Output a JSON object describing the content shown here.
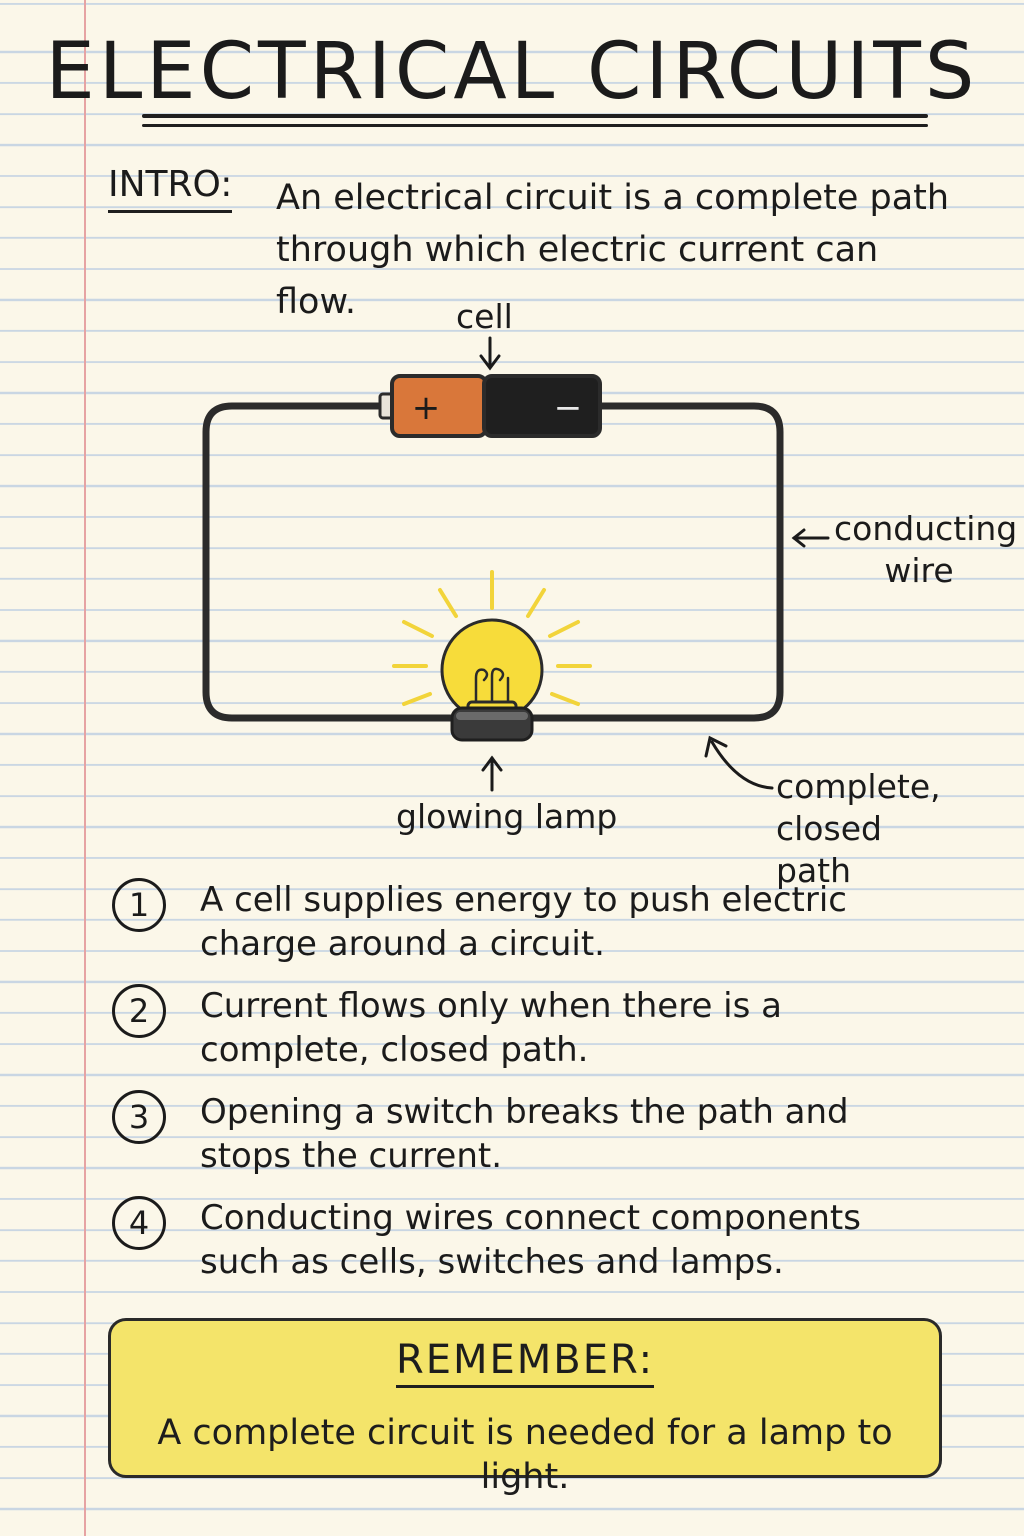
{
  "title": "ELECTRICAL CIRCUITS",
  "intro": {
    "label": "INTRO:",
    "text": "An electrical circuit is a complete path through which electric current can flow."
  },
  "diagram": {
    "labels": {
      "cell": "cell",
      "wire": "conducting wire",
      "lamp": "glowing lamp",
      "path": "complete, closed path"
    },
    "battery": {
      "positive_symbol": "+",
      "negative_symbol": "−"
    },
    "colors": {
      "wire": "#2b2b2b",
      "battery_positive": "#d9773a",
      "battery_negative": "#1f1f1f",
      "bulb": "#f7dc3a",
      "rays": "#f2d43a",
      "socket": "#3a3a3a"
    }
  },
  "facts": [
    {
      "number": "1",
      "text": "A cell supplies energy to push electric charge around a circuit."
    },
    {
      "number": "2",
      "text": "Current flows only when there is a complete, closed path."
    },
    {
      "number": "3",
      "text": "Opening a switch breaks the path and stops the current."
    },
    {
      "number": "4",
      "text": "Conducting wires connect components such as cells, switches and lamps."
    }
  ],
  "remember": {
    "title": "REMEMBER:",
    "text": "A complete circuit is needed for a lamp to light."
  }
}
